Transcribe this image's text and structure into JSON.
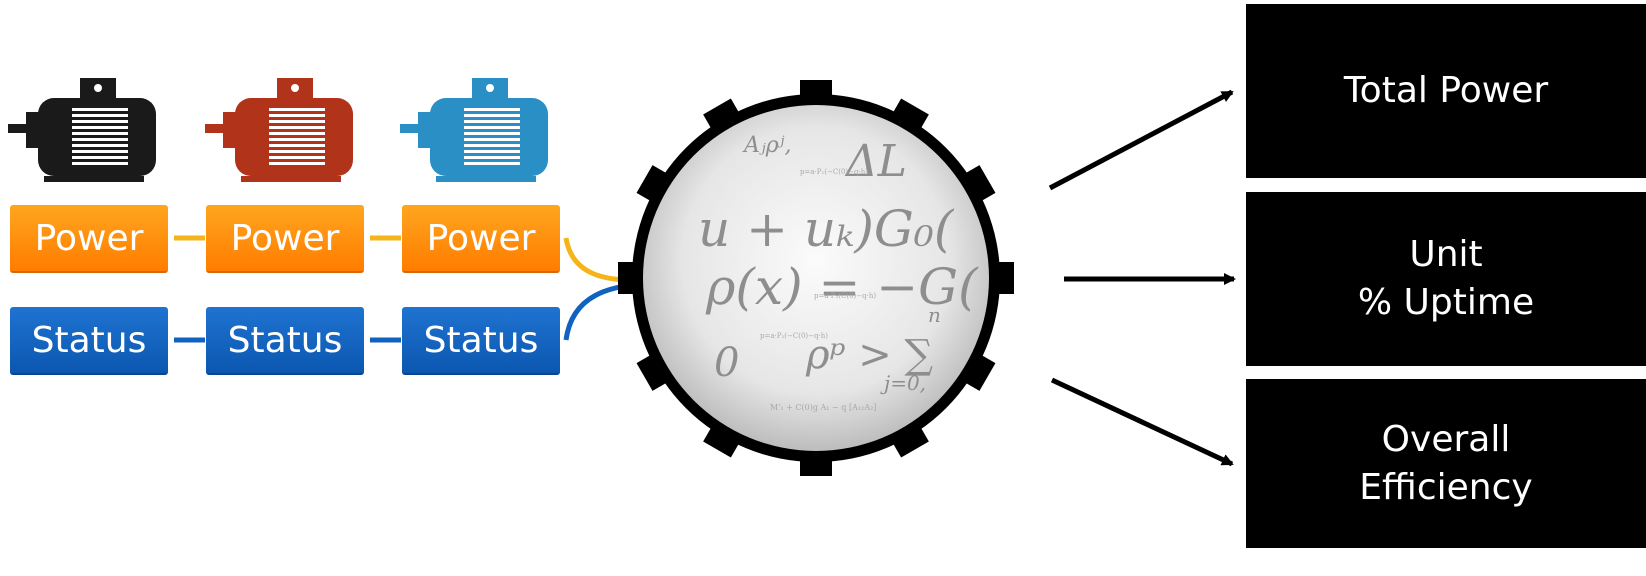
{
  "motors": [
    {
      "name": "motor-1",
      "color": "#1a1a1a"
    },
    {
      "name": "motor-2",
      "color": "#b0331a"
    },
    {
      "name": "motor-3",
      "color": "#2a8fc5"
    }
  ],
  "inputs": {
    "power_labels": [
      "Power",
      "Power",
      "Power"
    ],
    "status_labels": [
      "Status",
      "Status",
      "Status"
    ],
    "power_color": "#ff8c0a",
    "status_color": "#0f62c0"
  },
  "engine": {
    "formula_lines": [
      "Aⱼρʲ,",
      "ΔL",
      "u + uₖ)G₀(",
      "ρ(x) = −G(",
      "ρᵖ >  ∑",
      "n",
      "j=0, ",
      "0"
    ]
  },
  "outputs": [
    {
      "lines": [
        "Total Power"
      ]
    },
    {
      "lines": [
        "Unit",
        "% Uptime"
      ]
    },
    {
      "lines": [
        "Overall",
        "Efficiency"
      ]
    }
  ]
}
